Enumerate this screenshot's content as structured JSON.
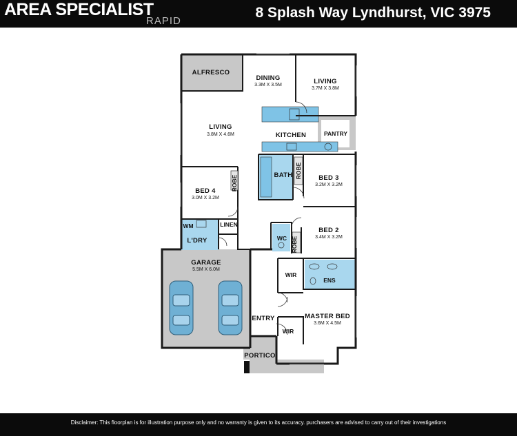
{
  "header": {
    "brand": "AREA SPECIALIST",
    "brand_sub": "RAPID",
    "address": "8 Splash Way Lyndhurst, VIC 3975"
  },
  "rooms": {
    "alfresco": {
      "name": "ALFRESCO"
    },
    "dining": {
      "name": "DINING",
      "dims": "3.3M X 3.5M"
    },
    "living_top": {
      "name": "LIVING",
      "dims": "3.7M X 3.8M"
    },
    "living_main": {
      "name": "LIVING",
      "dims": "3.8M X 4.6M"
    },
    "kitchen": {
      "name": "KITCHEN"
    },
    "pantry": {
      "name": "PANTRY"
    },
    "bath": {
      "name": "BATH"
    },
    "robe_bed3": {
      "name": "ROBE"
    },
    "bed3": {
      "name": "BED 3",
      "dims": "3.2M X 3.2M"
    },
    "bed4": {
      "name": "BED 4",
      "dims": "3.0M X 3.2M"
    },
    "robe_bed4": {
      "name": "ROBE"
    },
    "wm": {
      "name": "WM"
    },
    "linen": {
      "name": "LINEN"
    },
    "laundry": {
      "name": "L'DRY"
    },
    "bed2": {
      "name": "BED 2",
      "dims": "3.4M X 3.2M"
    },
    "wc": {
      "name": "WC"
    },
    "robe_bed2": {
      "name": "ROBE"
    },
    "garage": {
      "name": "GARAGE",
      "dims": "5.5M X 6.0M"
    },
    "wir_top": {
      "name": "WIR"
    },
    "ens": {
      "name": "ENS"
    },
    "master": {
      "name": "MASTER BED",
      "dims": "3.6M X 4.5M"
    },
    "entry": {
      "name": "ENTRY"
    },
    "wir_bottom": {
      "name": "WIR"
    },
    "portico": {
      "name": "PORTICO"
    }
  },
  "colors": {
    "wet_area": "#a9d7ee",
    "outdoor": "#c8c8c8",
    "bench": "#7fc3e6",
    "wall": "#1a1a1a"
  },
  "footer": {
    "disclaimer": "Disclaimer: This floorplan is for illustration purpose only and no warranty is given to its accuracy. purchasers are advised to carry out of their investigations"
  }
}
